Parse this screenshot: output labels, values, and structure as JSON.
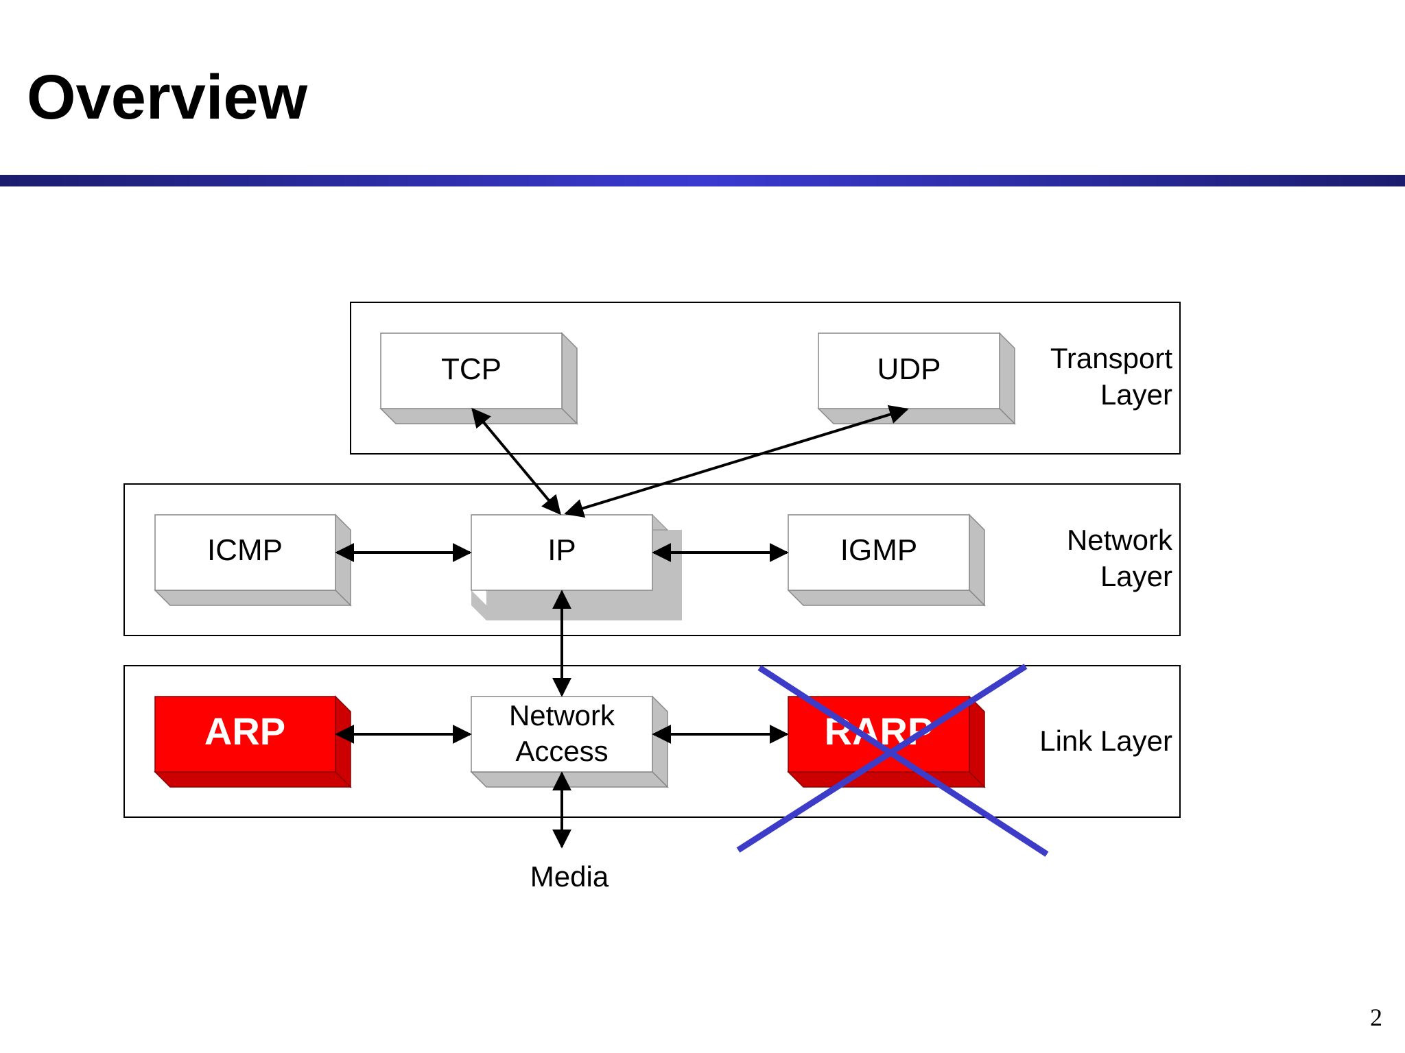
{
  "slide": {
    "title": "Overview",
    "page_number": "2"
  },
  "layers": {
    "transport": {
      "line1": "Transport",
      "line2": "Layer"
    },
    "network": {
      "line1": "Network",
      "line2": "Layer"
    },
    "link": {
      "line1": "Link Layer"
    }
  },
  "protocols": {
    "tcp": "TCP",
    "udp": "UDP",
    "icmp": "ICMP",
    "ip": "IP",
    "igmp": "IGMP",
    "arp": "ARP",
    "network_access": {
      "line1": "Network",
      "line2": "Access"
    },
    "rarp": "RARP"
  },
  "media": "Media",
  "colors": {
    "title_rule_dark": "#1c1c6e",
    "title_rule_light": "#3a3ad0",
    "highlight_red": "#ff0000",
    "cross_out": "#3c3cc8",
    "box_face": "#ffffff",
    "box_shade": "#c0c0c0"
  },
  "annotations": {
    "rarp_crossed_out": true
  }
}
